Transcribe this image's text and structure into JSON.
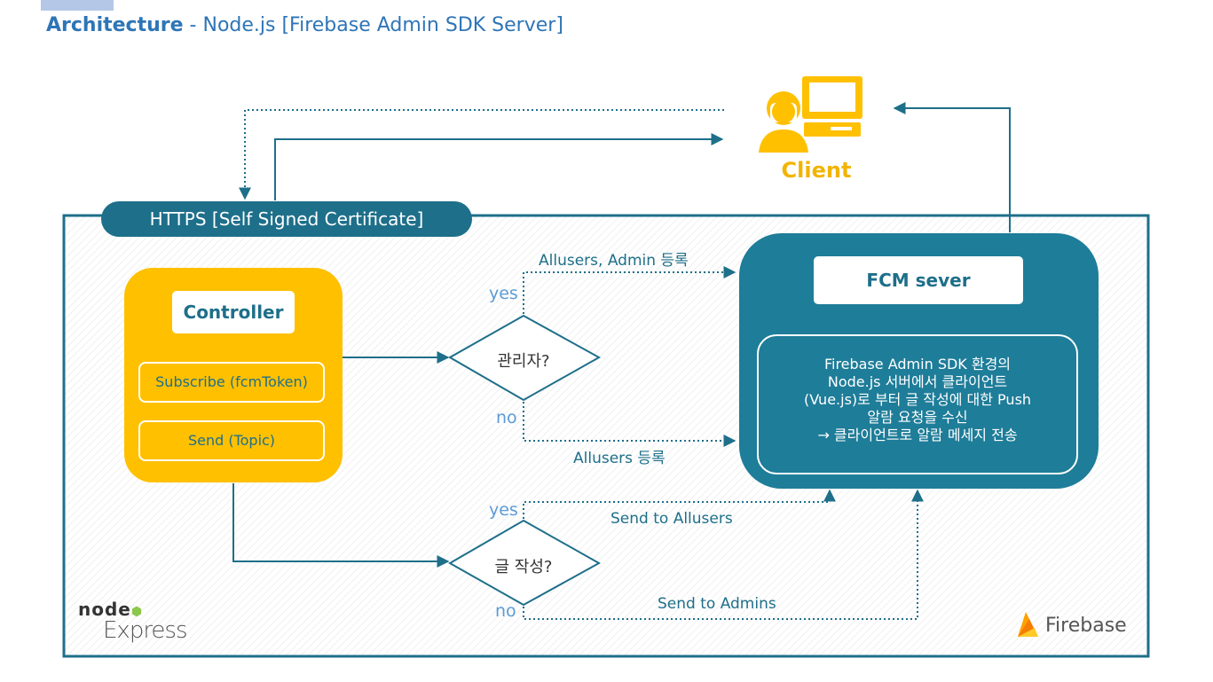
{
  "title": {
    "bold": "Architecture",
    "rest": " - Node.js [Firebase Admin SDK Server]"
  },
  "client": {
    "label": "Client",
    "icon": "user-computer-icon"
  },
  "https": {
    "label": "HTTPS [Self Signed Certificate]"
  },
  "controller": {
    "title": "Controller",
    "items": [
      "Subscribe (fcmToken)",
      "Send (Topic)"
    ]
  },
  "decisions": {
    "admin": {
      "question": "관리자?",
      "yes": "yes",
      "no": "no",
      "yes_action": "Allusers, Admin 등록",
      "no_action": "Allusers 등록"
    },
    "post": {
      "question": "글 작성?",
      "yes": "yes",
      "no": "no",
      "yes_action": "Send to Allusers",
      "no_action": "Send to Admins"
    }
  },
  "fcm": {
    "title": "FCM sever",
    "description": [
      "Firebase Admin SDK 환경의",
      "Node.js 서버에서 클라이언트",
      "(Vue.js)로 부터 글 작성에 대한 Push",
      "알람 요청을 수신",
      "→ 클라이언트로 알람 메세지 전송"
    ]
  },
  "logos": {
    "node": "node",
    "express": "Express",
    "firebase": "Firebase"
  },
  "colors": {
    "teal": "#1e6f8a",
    "yellow": "#ffc000",
    "client_yellow": "#f2b400",
    "title_blue": "#2e75b6",
    "yesno_blue": "#5b9bd5"
  }
}
